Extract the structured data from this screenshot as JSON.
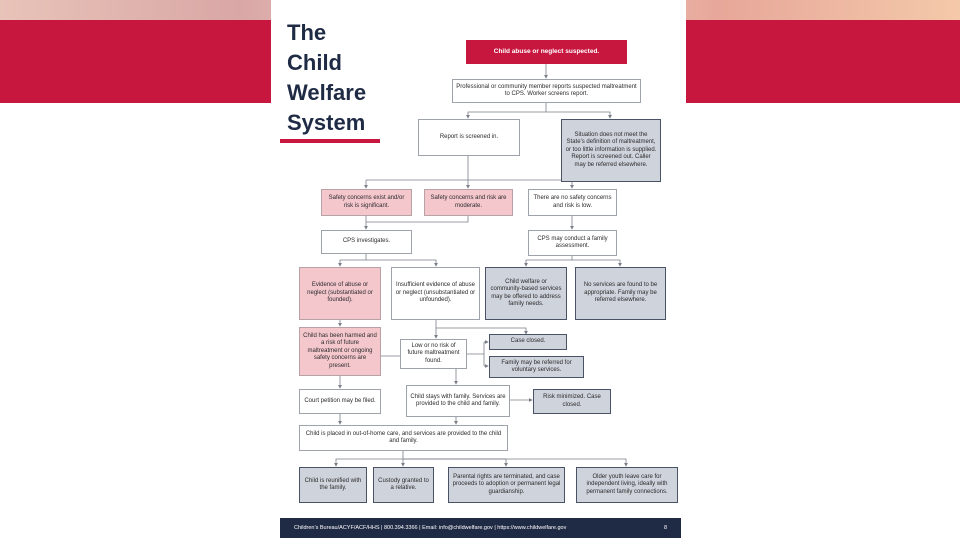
{
  "title_lines": [
    "The",
    "Child",
    "Welfare",
    "System"
  ],
  "boxes": {
    "suspected": "Child abuse or neglect suspected.",
    "reports": "Professional or community member reports suspected maltreatment to CPS. Worker screens report.",
    "screened_in": "Report is screened in.",
    "screened_out": "Situation does not meet the State’s definition of maltreatment, or too little information is supplied. Report is screened out. Caller may be referred elsewhere.",
    "safety_significant": "Safety concerns exist and/or risk is significant.",
    "safety_moderate": "Safety concerns and risk are moderate.",
    "no_safety": "There are no safety concerns and risk is low.",
    "cps_investigates": "CPS investigates.",
    "family_assessment": "CPS may conduct a family assessment.",
    "evidence": "Evidence of abuse or neglect (substantiated or founded).",
    "insufficient": "Insufficient evidence of abuse or neglect (unsubstantiated or unfounded).",
    "community_services": "Child welfare or community-based services may be offered to address family needs.",
    "no_services": "No services are found to be appropriate. Family may be referred elsewhere.",
    "harmed": "Child has been harmed and a risk of future maltreatment or ongoing safety concerns are present.",
    "low_risk": "Low or no risk of future maltreatment found.",
    "case_closed": "Case closed.",
    "voluntary": "Family may be referred for voluntary services.",
    "court": "Court petition may be filed.",
    "stays_home": "Child stays with family. Services are provided to the child and family.",
    "risk_minimized": "Risk minimized. Case closed.",
    "out_of_home": "Child is placed in out-of-home care, and services are provided to the child and family.",
    "reunified": "Child is reunified with the family.",
    "custody": "Custody granted to a relative.",
    "parental_rights": "Parental rights are terminated, and case proceeds to adoption or permanent legal guardianship.",
    "older_youth": "Older youth leave care for independent living, ideally with permanent family connections."
  },
  "footer": {
    "text": "Children’s Bureau/ACYF/ACF/HHS  |  800.394.3366  |  Email: info@childwelfare.gov  |  https://www.childwelfare.gov",
    "page": "8"
  },
  "colors": {
    "brand_red": "#c8173f",
    "navy": "#1f2a44",
    "pink_box": "#f4c7cd",
    "grey_box": "#cfd3dc"
  }
}
